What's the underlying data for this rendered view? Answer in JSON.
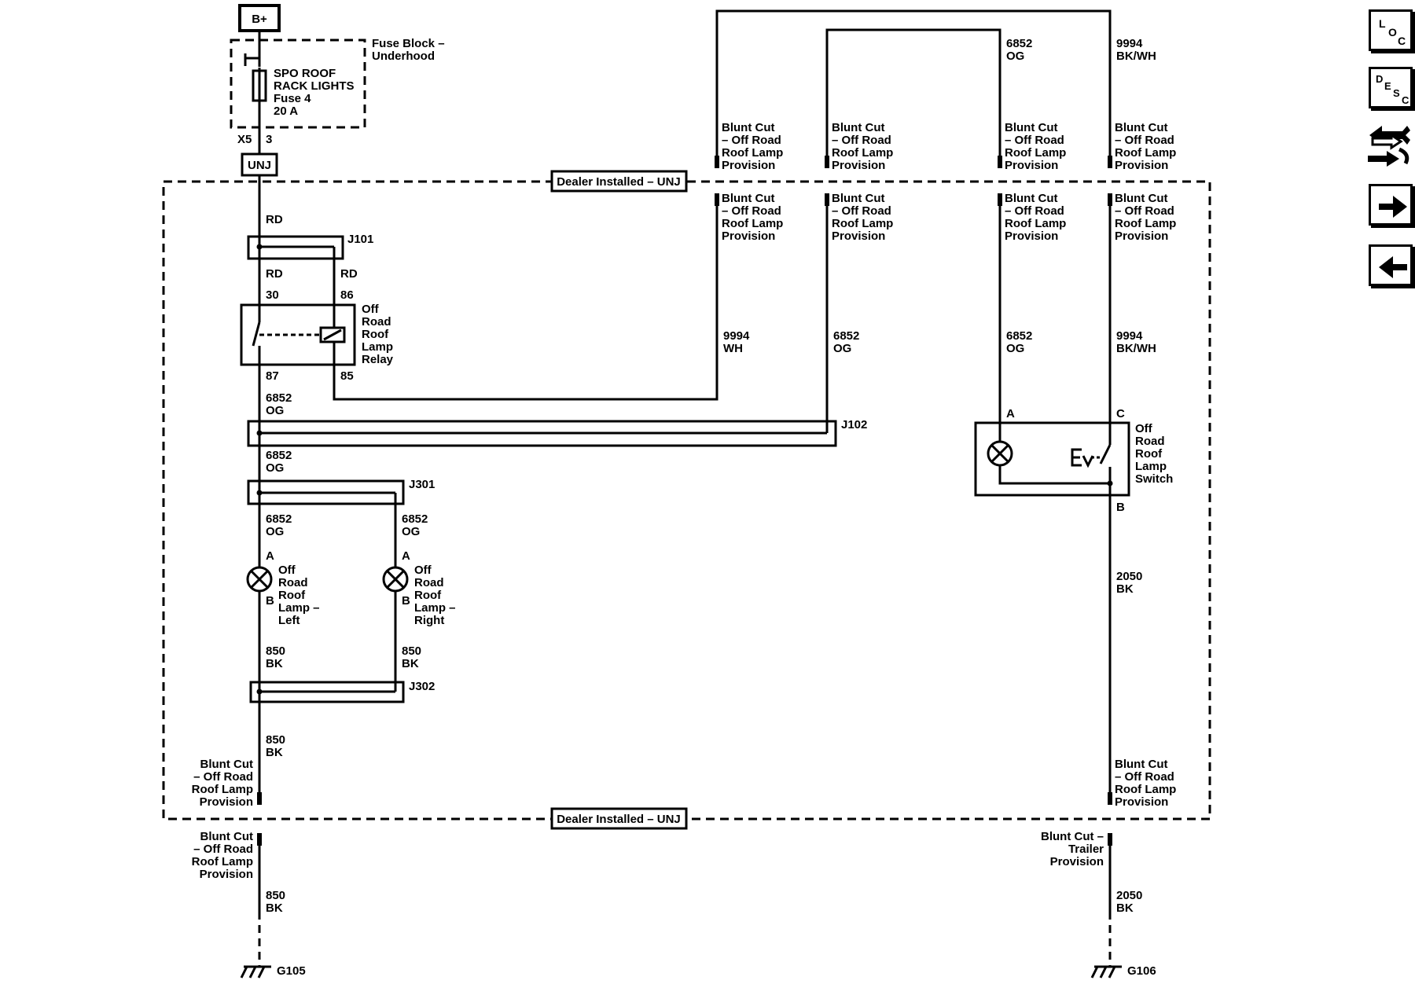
{
  "power": {
    "label": "B+"
  },
  "fuse_block": {
    "title": "Fuse Block –",
    "subtitle": "Underhood",
    "fuse_lines": [
      "SPO ROOF",
      "RACK LIGHTS",
      "Fuse 4",
      "20 A"
    ],
    "pin_left": "X5",
    "pin_right": "3"
  },
  "unj_label": "UNJ",
  "dealer_installed": {
    "label": "Dealer Installed – UNJ"
  },
  "blunt_cut_lines": [
    "Blunt Cut",
    "– Off Road",
    "Roof Lamp",
    "Provision"
  ],
  "trailer_cut_lines": [
    "Blunt Cut –",
    "Trailer",
    "Provision"
  ],
  "splices": {
    "j101": "J101",
    "j102": "J102",
    "j301": "J301",
    "j302": "J302"
  },
  "relay": {
    "name_lines": [
      "Off",
      "Road",
      "Roof",
      "Lamp",
      "Relay"
    ],
    "pin_30": "30",
    "pin_86": "86",
    "pin_87": "87",
    "pin_85": "85"
  },
  "switch": {
    "name_lines": [
      "Off",
      "Road",
      "Roof",
      "Lamp",
      "Switch"
    ],
    "pin_a": "A",
    "pin_b": "B",
    "pin_c": "C"
  },
  "lamp_left": {
    "name_lines": [
      "Off",
      "Road",
      "Roof",
      "Lamp –",
      "Left"
    ],
    "pin_a": "A",
    "pin_b": "B"
  },
  "lamp_right": {
    "name_lines": [
      "Off",
      "Road",
      "Roof",
      "Lamp –",
      "Right"
    ],
    "pin_a": "A",
    "pin_b": "B"
  },
  "wires": {
    "rd": "RD",
    "w6852": [
      "6852",
      "OG"
    ],
    "w9994_wh": [
      "9994",
      "WH"
    ],
    "w9994_bkwh": [
      "9994",
      "BK/WH"
    ],
    "w850": [
      "850",
      "BK"
    ],
    "w2050": [
      "2050",
      "BK"
    ]
  },
  "grounds": {
    "g105": "G105",
    "g106": "G106"
  },
  "nav": {
    "loc": [
      "L",
      "O",
      "C"
    ],
    "desc": [
      "D",
      "E",
      "S",
      "C"
    ]
  }
}
